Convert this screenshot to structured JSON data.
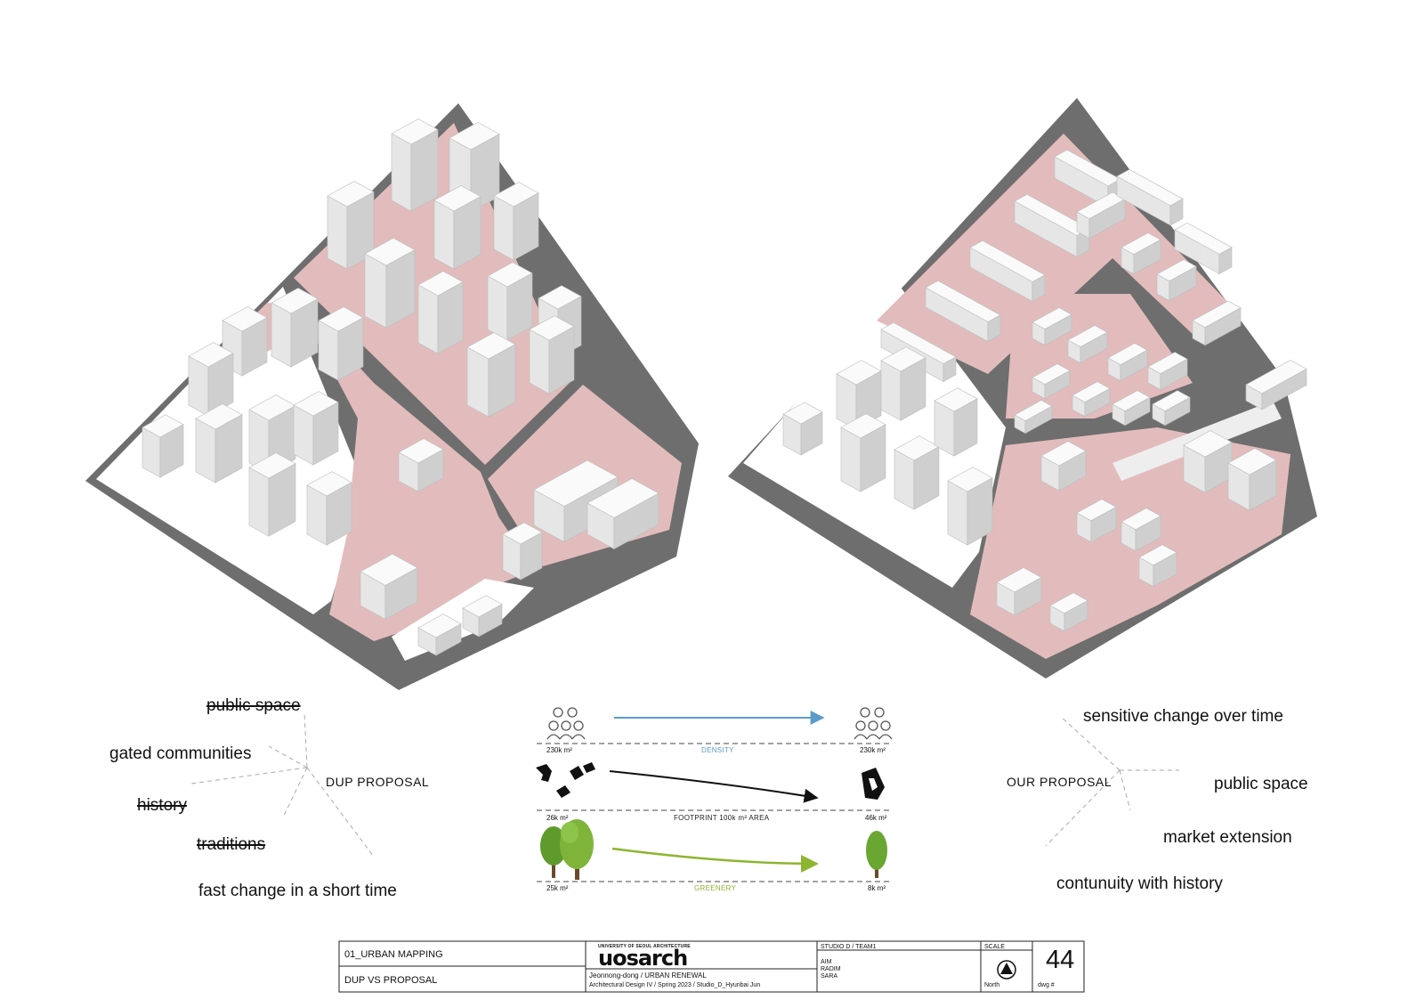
{
  "models": {
    "left": {
      "name": "DUP proposal massing model"
    },
    "right": {
      "name": "Our proposal massing model"
    }
  },
  "colors": {
    "road": "#6e6e6e",
    "public_space": "#e2bcbc",
    "building": "#f3f3f3",
    "density": "#5b9bc9",
    "footprint": "#111111",
    "greenery": "#8db52f"
  },
  "dup": {
    "label": "DUP PROPOSAL",
    "items": [
      {
        "text": "public space",
        "struck": true
      },
      {
        "text": "gated communities",
        "struck": false
      },
      {
        "text": "history",
        "struck": true
      },
      {
        "text": "traditions",
        "struck": true
      },
      {
        "text": "fast change in a short time",
        "struck": false
      }
    ]
  },
  "ours": {
    "label": "OUR PROPOSAL",
    "items": [
      {
        "text": "sensitive change over time"
      },
      {
        "text": "public space"
      },
      {
        "text": "market extension"
      },
      {
        "text": "contunuity with history"
      }
    ]
  },
  "comparison": {
    "density": {
      "left": "230k m²",
      "right": "230k m²",
      "caption": "DENSITY",
      "icon": "people-icon"
    },
    "footprint": {
      "left": "26k m²",
      "right": "46k m²",
      "caption": "FOOTPRINT  100k m² AREA",
      "icon": "footprint-icon"
    },
    "greenery": {
      "left": "25k m²",
      "right": "8k m²",
      "caption": "GREENERY",
      "icon": "tree-icon"
    }
  },
  "titleblock": {
    "sheet_title": "01_URBAN MAPPING",
    "sheet_subtitle": "DUP VS PROPOSAL",
    "logo": "uosarch",
    "logo_small": "UNIVERSITY OF SEOUL ARCHITECTURE",
    "project_line1": "Jeonnong-dong / URBAN RENEWAL",
    "project_line2": "Architectural Design IV / Spring 2023 / Studio_D_Hyunbai Jun",
    "studio": "STUDIO D / TEAM1",
    "members": [
      "AIM",
      "RADIM",
      "SARA"
    ],
    "scale_label": "SCALE",
    "north_label": "North",
    "sheet_number": "44",
    "dwg_label": "dwg #"
  }
}
